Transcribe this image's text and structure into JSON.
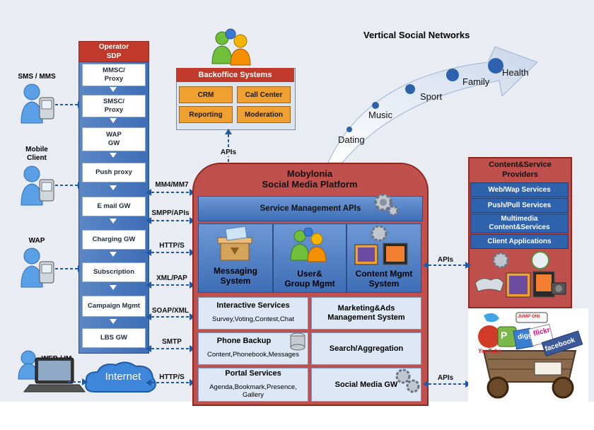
{
  "colors": {
    "accent_red": "#c0392b",
    "accent_blue": "#3e6eb6",
    "orange": "#f0a030"
  },
  "left_clients": [
    {
      "label": "SMS / MMS",
      "icon": "user-phone-icon"
    },
    {
      "label": "Mobile\nClient",
      "icon": "user-phone-icon"
    },
    {
      "label": "WAP",
      "icon": "user-phone-icon"
    },
    {
      "label": "WEB / IM",
      "icon": "laptop-icon"
    }
  ],
  "internet_label": "Internet",
  "sdp": {
    "title": "Operator\nSDP",
    "boxes": [
      "MMSC/\nProxy",
      "SMSC/\nProxy",
      "WAP\nGW",
      "Push proxy",
      "E mail GW",
      "Charging GW",
      "Subscription",
      "Campaign Mgmt",
      "LBS GW"
    ]
  },
  "links": [
    "MM4/MM7",
    "SMPP/APIs",
    "HTTP/S",
    "XML/PAP",
    "SOAP/XML",
    "SMTP",
    "HTTP/S"
  ],
  "backoffice": {
    "title": "Backoffice Systems",
    "items": [
      "CRM",
      "Call Center",
      "Reporting",
      "Moderation"
    ],
    "apis_label": "APIs"
  },
  "platform": {
    "title": "Mobylonia\nSocial Media Platform",
    "service_mgmt": "Service Management APIs",
    "modules": [
      "Messaging\nSystem",
      "User&\nGroup Mgmt",
      "Content Mgmt\nSystem"
    ],
    "services": [
      {
        "title": "Interactive Services",
        "sub": "Survey,Voting,Contest,Chat"
      },
      {
        "title": "Marketing&Ads\nManagement System",
        "sub": ""
      },
      {
        "title": "Phone Backup",
        "sub": "Content,Phonebook,Messages"
      },
      {
        "title": "Search/Aggregation",
        "sub": ""
      },
      {
        "title": "Portal Services",
        "sub": "Agenda,Bookmark,Presence,\nGallery"
      },
      {
        "title": "Social Media GW",
        "sub": ""
      }
    ]
  },
  "vertical": {
    "title": "Vertical Social Networks",
    "items": [
      "Dating",
      "Music",
      "Sport",
      "Family",
      "Health"
    ]
  },
  "content_providers": {
    "title": "Content&Service\nProviders",
    "items": [
      "Web/Wap Services",
      "Push/Pull Services",
      "Multimedia\nContent&Services",
      "Client Applications"
    ],
    "apis_label": "APIs"
  },
  "social_apis_label": "APIs",
  "social_logos": [
    "YouTube",
    "P",
    "digg",
    "flickr",
    "facebook",
    "JUMP ON!"
  ]
}
